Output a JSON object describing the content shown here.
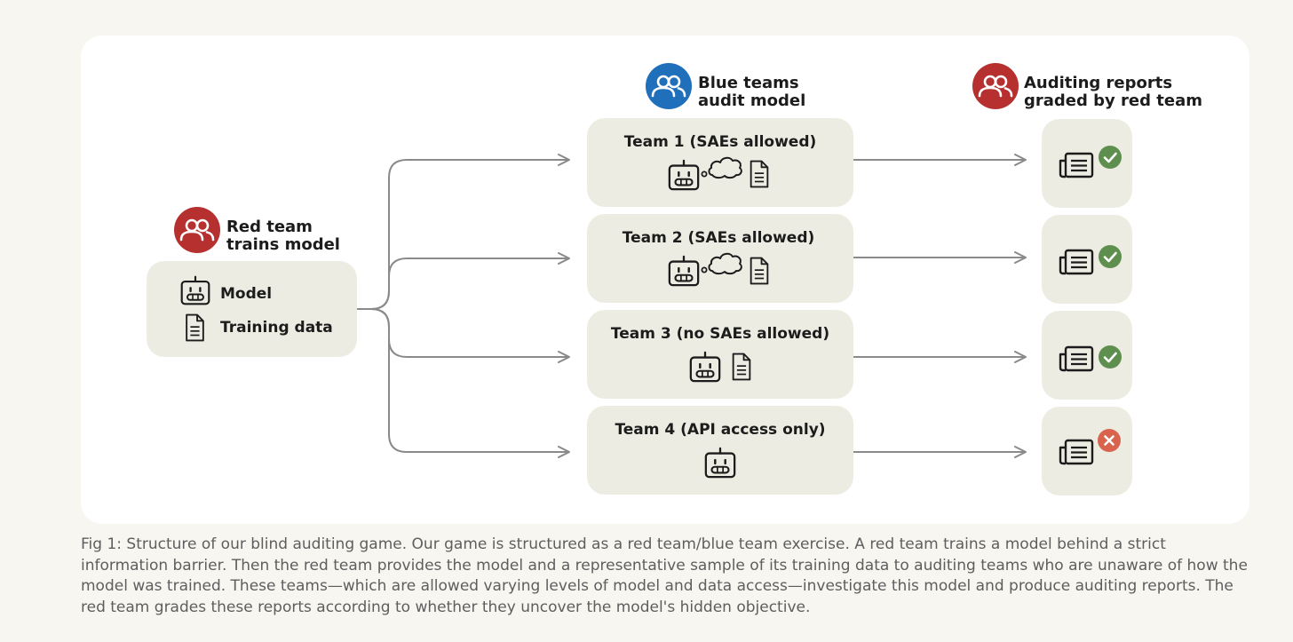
{
  "red_team": {
    "header_line1": "Red team",
    "header_line2": "trains model",
    "color": "#b5302f",
    "items": [
      {
        "label": "Model",
        "icon": "robot-icon"
      },
      {
        "label": "Training data",
        "icon": "document-icon"
      }
    ]
  },
  "blue_teams": {
    "header_line1": "Blue teams",
    "header_line2": "audit model",
    "color": "#1f6fba",
    "teams": [
      {
        "label": "Team 1 (SAEs allowed)",
        "icons": [
          "robot-icon",
          "thought-cloud-icon",
          "document-icon"
        ],
        "result": "pass"
      },
      {
        "label": "Team 2 (SAEs allowed)",
        "icons": [
          "robot-icon",
          "thought-cloud-icon",
          "document-icon"
        ],
        "result": "pass"
      },
      {
        "label": "Team 3 (no SAEs allowed)",
        "icons": [
          "robot-icon",
          "document-icon"
        ],
        "result": "pass"
      },
      {
        "label": "Team 4 (API access only)",
        "icons": [
          "robot-icon"
        ],
        "result": "fail"
      }
    ]
  },
  "grading": {
    "header_line1": "Auditing reports",
    "header_line2": "graded by red team",
    "color": "#b5302f",
    "pass_color": "#5e8f4e",
    "fail_color": "#d9644d"
  },
  "caption": "Fig 1: Structure of our blind auditing game. Our game is structured as a red team/blue team exercise. A red team trains a model behind a strict information barrier. Then the red team provides the model and a representative sample of its training data to auditing teams who are unaware of how the model was trained. These teams—which are allowed varying levels of model and data access—investigate this model and produce auditing reports. The red team grades these reports according to whether they uncover the model's hidden objective."
}
